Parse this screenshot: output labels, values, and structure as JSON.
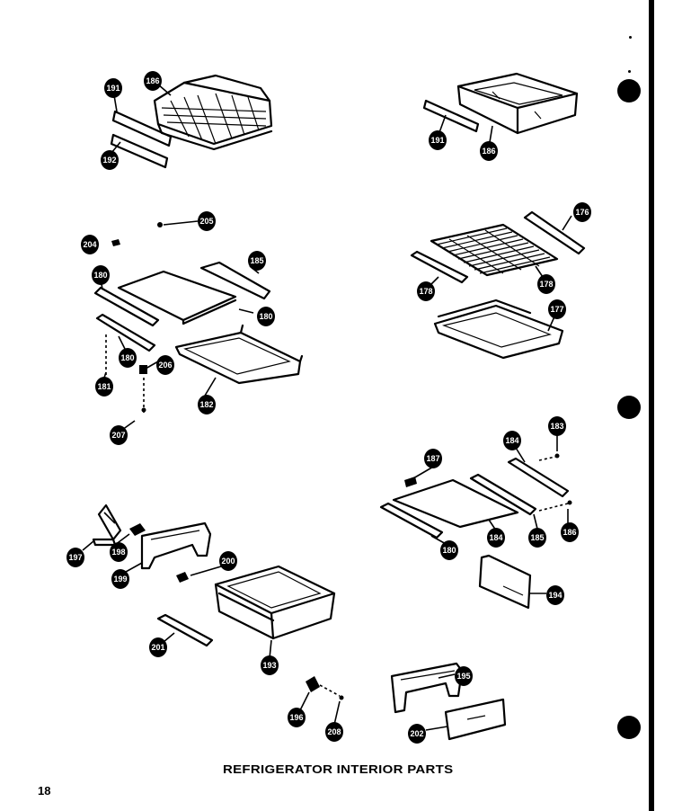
{
  "title": "REFRIGERATOR INTERIOR PARTS",
  "page_number": "18",
  "callouts": [
    {
      "id": "c1",
      "label": "191"
    },
    {
      "id": "c2",
      "label": "186"
    },
    {
      "id": "c3",
      "label": "192"
    },
    {
      "id": "c4",
      "label": "191"
    },
    {
      "id": "c5",
      "label": "186"
    },
    {
      "id": "c6",
      "label": "205"
    },
    {
      "id": "c7",
      "label": "204"
    },
    {
      "id": "c8",
      "label": "185"
    },
    {
      "id": "c9",
      "label": "180"
    },
    {
      "id": "c10",
      "label": "180"
    },
    {
      "id": "c11",
      "label": "180"
    },
    {
      "id": "c12",
      "label": "206"
    },
    {
      "id": "c13",
      "label": "181"
    },
    {
      "id": "c14",
      "label": "182"
    },
    {
      "id": "c15",
      "label": "207"
    },
    {
      "id": "c16",
      "label": "176"
    },
    {
      "id": "c17",
      "label": "178"
    },
    {
      "id": "c18",
      "label": "178"
    },
    {
      "id": "c19",
      "label": "177"
    },
    {
      "id": "c20",
      "label": "187"
    },
    {
      "id": "c21",
      "label": "183"
    },
    {
      "id": "c22",
      "label": "184"
    },
    {
      "id": "c23",
      "label": "180"
    },
    {
      "id": "c24",
      "label": "184"
    },
    {
      "id": "c25",
      "label": "185"
    },
    {
      "id": "c26",
      "label": "186"
    },
    {
      "id": "c27",
      "label": "194"
    },
    {
      "id": "c28",
      "label": "197"
    },
    {
      "id": "c29",
      "label": "198"
    },
    {
      "id": "c30",
      "label": "199"
    },
    {
      "id": "c31",
      "label": "200"
    },
    {
      "id": "c32",
      "label": "201"
    },
    {
      "id": "c33",
      "label": "193"
    },
    {
      "id": "c34",
      "label": "196"
    },
    {
      "id": "c35",
      "label": "208"
    },
    {
      "id": "c36",
      "label": "195"
    },
    {
      "id": "c37",
      "label": "202"
    }
  ]
}
